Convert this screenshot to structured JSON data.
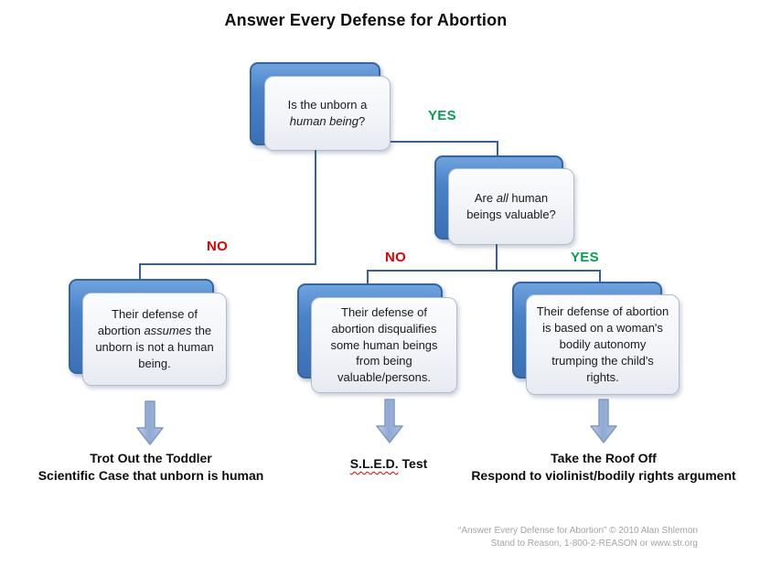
{
  "title": "Answer Every Defense for Abortion",
  "flowchart": {
    "question1": {
      "pre": "Is the unborn a ",
      "italic": "human being",
      "post": "?"
    },
    "question2": {
      "pre": "Are ",
      "italic": "all",
      "post": " human beings valuable?"
    },
    "branch_labels": {
      "yes1": "YES",
      "no1": "NO",
      "no2": "NO",
      "yes2": "YES"
    },
    "answers": {
      "left": {
        "pre": "Their defense of abortion ",
        "italic": "assumes",
        "post": " the unborn is not a human being."
      },
      "middle": {
        "text": "Their defense of abortion disqualifies some human beings from being valuable/persons."
      },
      "right": {
        "text": "Their defense of abortion is based on a woman's bodily autonomy trumping the child's rights."
      }
    },
    "tactics": {
      "left": {
        "line1": "Trot Out the Toddler",
        "line2": "Scientific Case that unborn is human"
      },
      "middle": {
        "underlined": "S.L.E.D.",
        "rest": " Test"
      },
      "right": {
        "line1": "Take the Roof Off",
        "line2": "Respond to violinist/bodily rights argument"
      }
    }
  },
  "colors": {
    "yes_green": "#00a14f",
    "no_red": "#e60000",
    "back_box_blue": "#4a82c8",
    "front_box_border": "#aebccf",
    "connector_blue": "#39618f",
    "arrow_blue": "#9fb6da"
  },
  "footer": {
    "line1": "“Answer Every Defense for Abortion” © 2010 Alan Shlemon",
    "line2": "Stand to Reason, 1-800-2-REASON or www.str.org"
  }
}
